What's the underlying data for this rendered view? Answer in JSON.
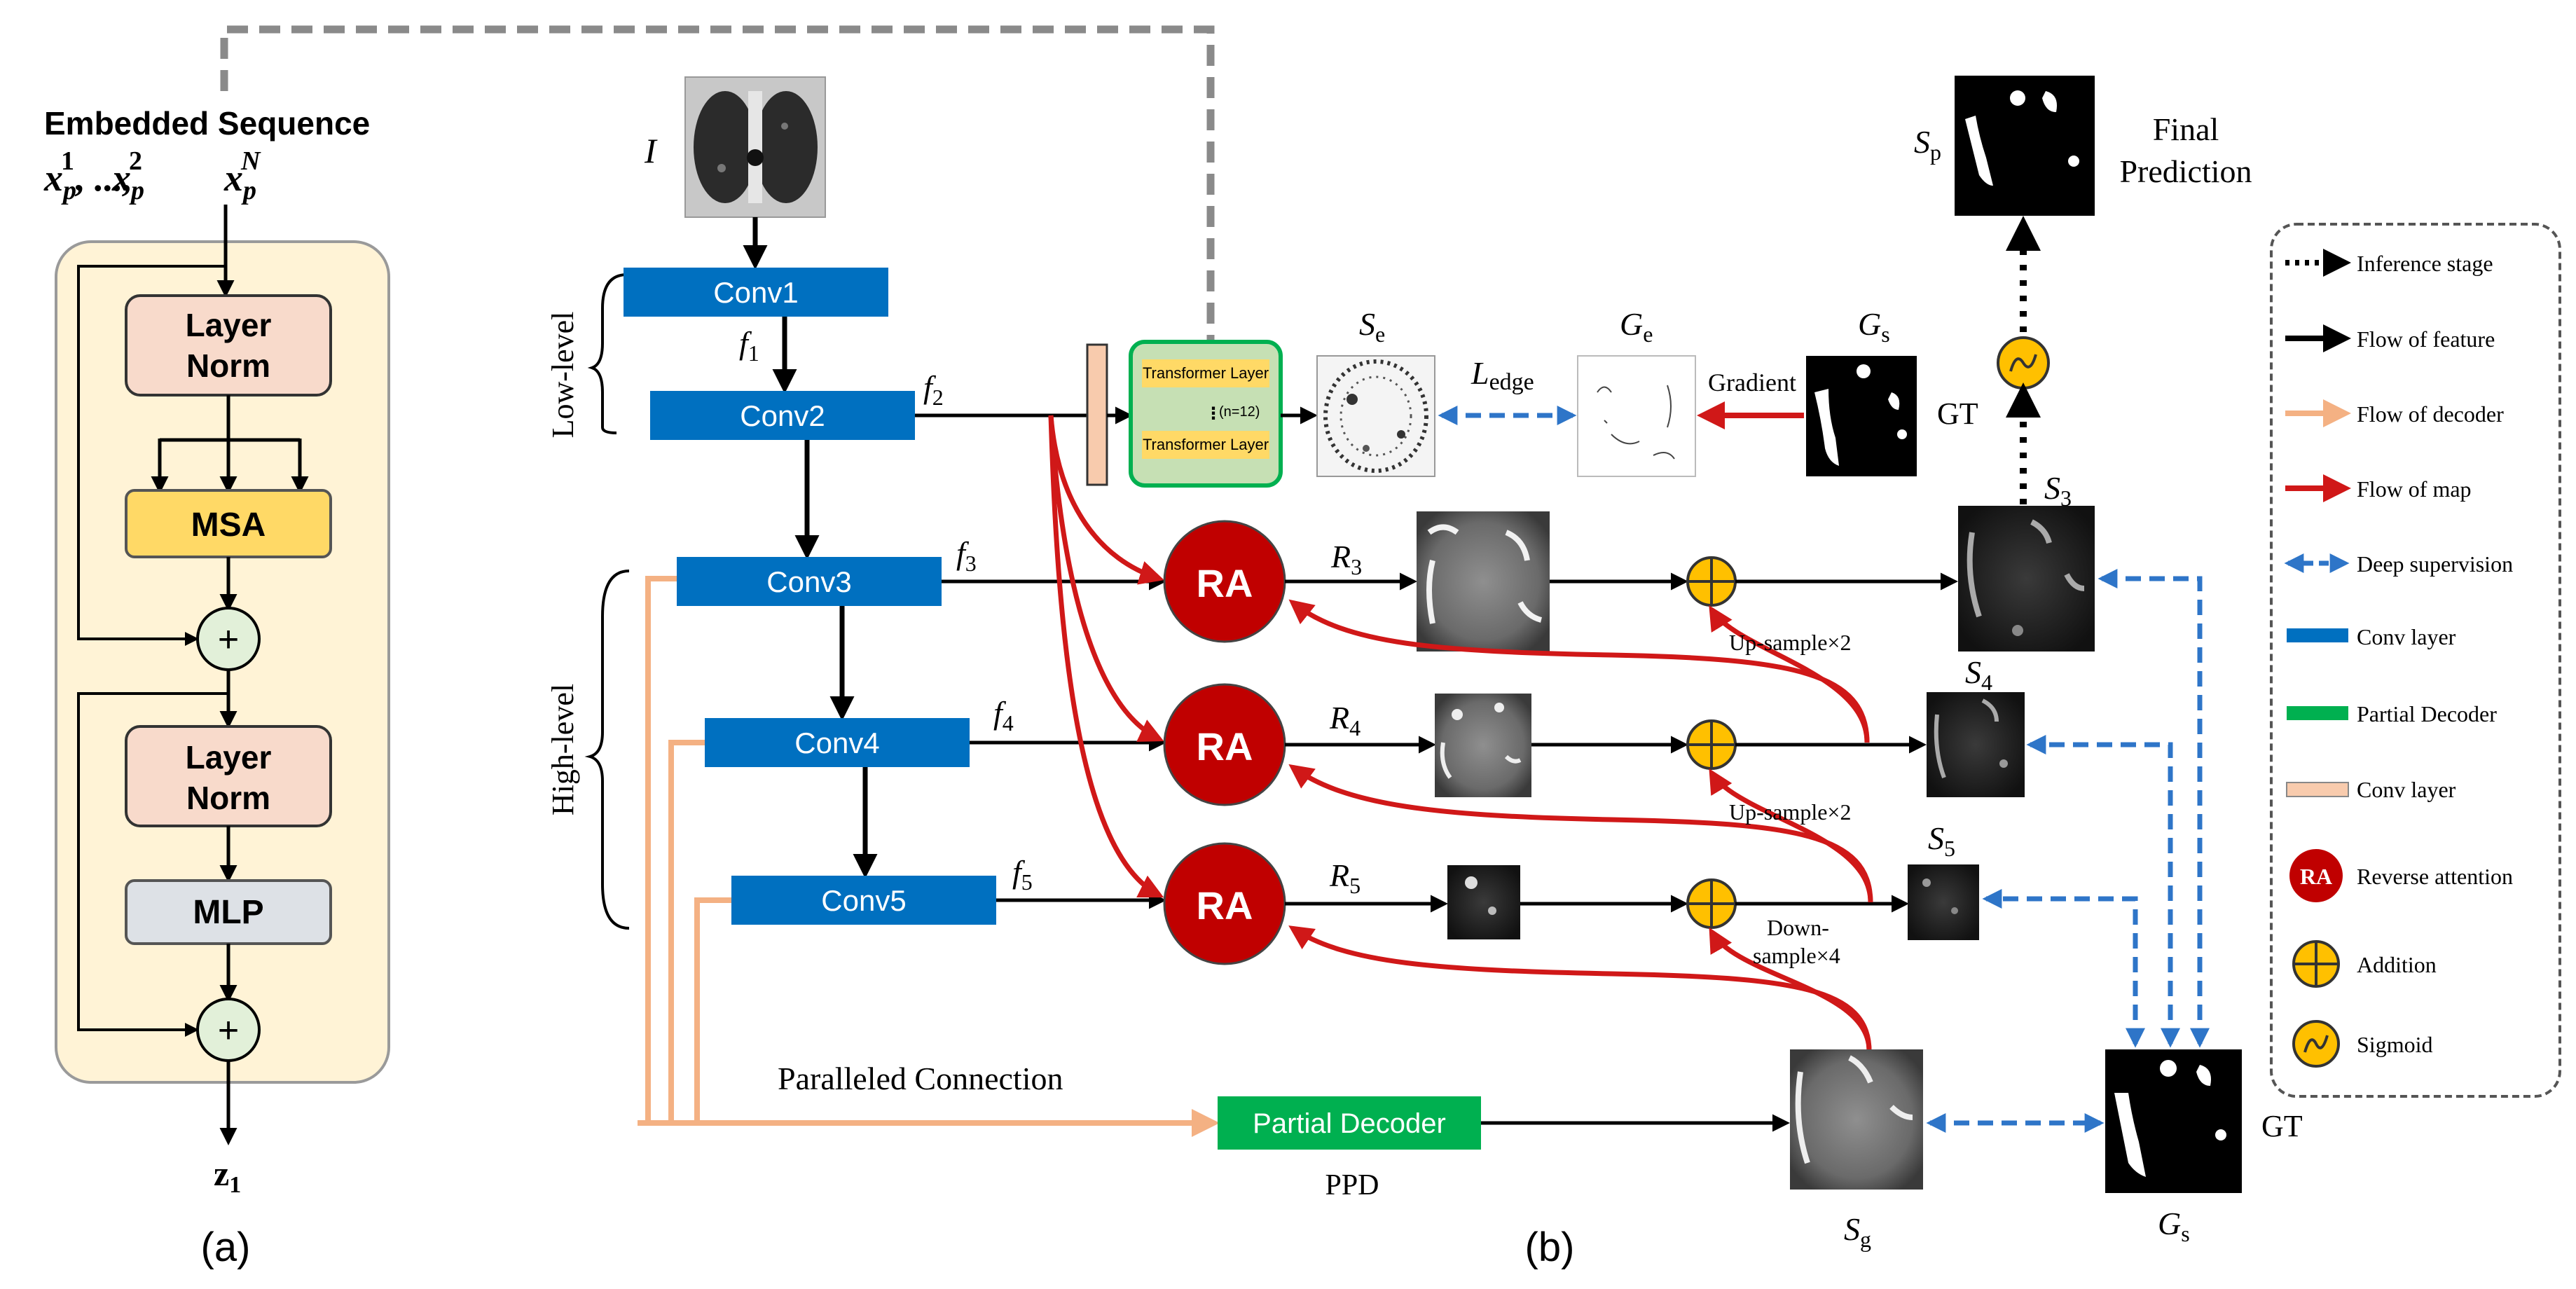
{
  "colors": {
    "conv_blue": "#0070C0",
    "partial_decoder_green": "#00B050",
    "conv_peach": "#F8CBAD",
    "ra_red": "#C00000",
    "map_flow_red": "#D01818",
    "decoder_flow_peach": "#F4B183",
    "supervision_blue": "#2E75C8",
    "addition_yellow": "#FFC000",
    "transformer_green": "#70AD47",
    "layernorm_fill": "#F8DACB",
    "msa_fill": "#FFD966",
    "mlp_fill": "#DDE1E6",
    "panel_a_fill": "#FFF3D6",
    "plus_circle_fill": "#E2F0D9"
  },
  "panel_a": {
    "title": "Embedded Sequence",
    "sequence": {
      "x": "x",
      "p": "p",
      "s1": "1",
      "s2": "2",
      "sN": "N",
      "dots": ", ..., "
    },
    "layer_norm_1": [
      "Layer",
      "Norm"
    ],
    "msa": "MSA",
    "plus": "+",
    "layer_norm_2": [
      "Layer",
      "Norm"
    ],
    "mlp": "MLP",
    "output": {
      "z": "z",
      "sub": "1"
    },
    "caption": "(a)"
  },
  "panel_b": {
    "caption": "(b)",
    "input_label": "I",
    "low_level": "Low-level",
    "high_level": "High-level",
    "conv_blocks": [
      "Conv1",
      "Conv2",
      "Conv3",
      "Conv4",
      "Conv5"
    ],
    "features": [
      {
        "f": "f",
        "sub": "1"
      },
      {
        "f": "f",
        "sub": "2"
      },
      {
        "f": "f",
        "sub": "3"
      },
      {
        "f": "f",
        "sub": "4"
      },
      {
        "f": "f",
        "sub": "5"
      }
    ],
    "transformer": {
      "top": "Transformer Layer",
      "middle": "(n=12)",
      "bottom": "Transformer Layer"
    },
    "ra_label": "RA",
    "r_labels": [
      {
        "r": "R",
        "sub": "3"
      },
      {
        "r": "R",
        "sub": "4"
      },
      {
        "r": "R",
        "sub": "5"
      }
    ],
    "edge": {
      "se": "S",
      "se_sub": "e",
      "ledge": "L",
      "ledge_sub": "edge",
      "ge": "G",
      "ge_sub": "e",
      "gradient": "Gradient"
    },
    "gs_top": {
      "g": "G",
      "sub": "s"
    },
    "gt_label": "GT",
    "sp": {
      "s": "S",
      "sub": "p"
    },
    "final_prediction": [
      "Final",
      "Prediction"
    ],
    "s_labels": [
      {
        "s": "S",
        "sub": "3"
      },
      {
        "s": "S",
        "sub": "4"
      },
      {
        "s": "S",
        "sub": "5"
      }
    ],
    "upsample": "Up-sample×2",
    "downsample": [
      "Down-",
      "sample×4"
    ],
    "paralleled_connection": "Paralleled Connection",
    "partial_decoder": "Partial Decoder",
    "ppd": "PPD",
    "sg": {
      "s": "S",
      "sub": "g"
    },
    "gs_bottom": {
      "g": "G",
      "sub": "s"
    },
    "gt_bottom": "GT"
  },
  "legend": {
    "items": [
      "Inference stage",
      "Flow of feature",
      "Flow of decoder",
      "Flow of map",
      "Deep supervision",
      "Conv layer",
      "Partial Decoder",
      "Conv layer",
      "Reverse attention",
      "Addition",
      "Sigmoid"
    ],
    "ra_symbol": "RA"
  }
}
